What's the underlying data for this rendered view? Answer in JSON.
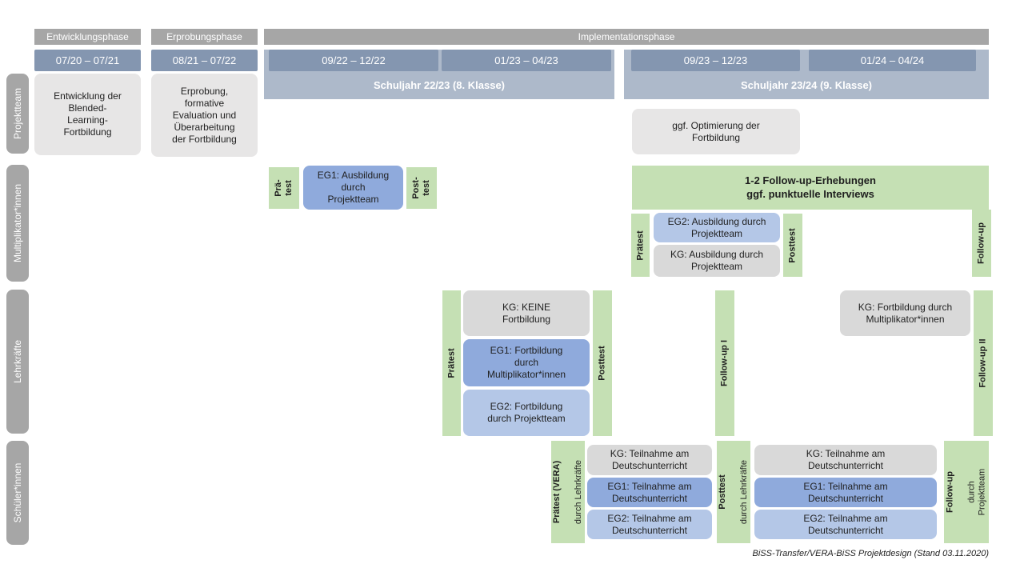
{
  "caption": "BiSS-Transfer/VERA-BiSS Projektdesign (Stand 03.11.2020)",
  "colors": {
    "phase_header": "#a6a6a6",
    "period_bar": "#8496b0",
    "school_year_band": "#adb9ca",
    "eg1_blue": "#8faadc",
    "eg2_light_blue": "#b4c7e7",
    "kg_gray": "#d9d9d9",
    "project_gray": "#e7e6e6",
    "measure_green": "#c5e0b4"
  },
  "phases": {
    "p1": "Entwicklungsphase",
    "p2": "Erprobungsphase",
    "p3": "Implementationsphase"
  },
  "periods": {
    "p1": "07/20 – 07/21",
    "p2": "08/21 – 07/22",
    "p3": "09/22 – 12/22",
    "p4": "01/23 – 04/23",
    "p5": "09/23 – 12/23",
    "p6": "01/24 – 04/24"
  },
  "school_years": {
    "y1": "Schuljahr 22/23 (8. Klasse)",
    "y2": "Schuljahr 23/24 (9. Klasse)"
  },
  "row_labels": {
    "r1": "Projektteam",
    "r2": "Multiplikator*innen",
    "r3": "Lehrkräfte",
    "r4": "Schüler*innen"
  },
  "projektteam": {
    "entwicklung": "Entwicklung der\nBlended-\nLearning-\nFortbildung",
    "erprobung": "Erprobung,\nformative\nEvaluation und\nÜberarbeitung\nder Fortbildung",
    "optimierung": "ggf. Optimierung der\nFortbildung"
  },
  "multiplikatoren": {
    "praetest_1": "Prä-\ntest",
    "eg1": "EG1: Ausbildung\ndurch\nProjektteam",
    "posttest_1": "Post-\ntest",
    "followup_box": "1-2 Follow-up-Erhebungen\nggf. punktuelle Interviews",
    "praetest_2": "Prätest",
    "eg2": "EG2:  Ausbildung durch\nProjektteam",
    "kg": "KG: Ausbildung durch\nProjektteam",
    "posttest_2": "Posttest",
    "followup": "Follow-up"
  },
  "lehrkraefte": {
    "praetest": "Prätest",
    "kg_keine": "KG:  KEINE\nFortbildung",
    "eg1": "EG1: Fortbildung\ndurch\nMultiplikator*innen",
    "eg2": "EG2: Fortbildung\ndurch Projektteam",
    "posttest": "Posttest",
    "followup_1": "Follow-up I",
    "kg_fortbildung": "KG: Fortbildung durch\nMultiplikator*innen",
    "followup_2": "Follow-up II"
  },
  "schueler": {
    "praetest_main": "Prätest (VERA)",
    "praetest_sub": "durch  Lehrkräfte",
    "kg_1": "KG: Teilnahme am\nDeutschunterricht",
    "eg1_1": "EG1: Teilnahme am\nDeutschunterricht",
    "eg2_1": "EG2: Teilnahme am\nDeutschunterricht",
    "posttest_main": "Posttest",
    "posttest_sub": "durch  Lehrkräfte",
    "kg_2": "KG: Teilnahme am\nDeutschunterricht",
    "eg1_2": "EG1: Teilnahme am\nDeutschunterricht",
    "eg2_2": "EG2: Teilnahme am\nDeutschunterricht",
    "followup_main": "Follow-up",
    "followup_sub": "durch\nProjektteam"
  }
}
